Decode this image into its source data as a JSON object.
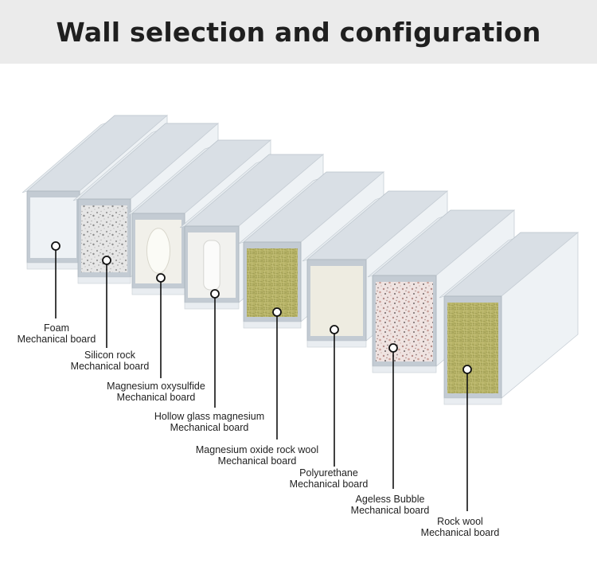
{
  "header": {
    "title": "Wall selection and configuration"
  },
  "colors": {
    "header_bg": "#ebebeb",
    "steel_light": "#eef2f5",
    "steel_mid": "#d9dfe5",
    "steel_dark": "#c3cbd3",
    "callout": "#111111"
  },
  "panels": [
    {
      "core": "foam",
      "label_line1": "Foam",
      "label_line2": "Mechanical board"
    },
    {
      "core": "silicon-rock",
      "label_line1": "Silicon rock",
      "label_line2": "Mechanical board"
    },
    {
      "core": "magnesium-oxysulfide",
      "label_line1": "Magnesium oxysulfide",
      "label_line2": "Mechanical board"
    },
    {
      "core": "hollow-glass-magnesium",
      "label_line1": "Hollow glass magnesium",
      "label_line2": "Mechanical board"
    },
    {
      "core": "magnesium-oxide-rock-wool",
      "label_line1": "Magnesium oxide rock wool",
      "label_line2": "Mechanical board"
    },
    {
      "core": "polyurethane",
      "label_line1": "Polyurethane",
      "label_line2": "Mechanical board"
    },
    {
      "core": "ageless-bubble",
      "label_line1": "Ageless Bubble",
      "label_line2": "Mechanical board"
    },
    {
      "core": "rock-wool",
      "label_line1": "Rock wool",
      "label_line2": "Mechanical board"
    }
  ]
}
